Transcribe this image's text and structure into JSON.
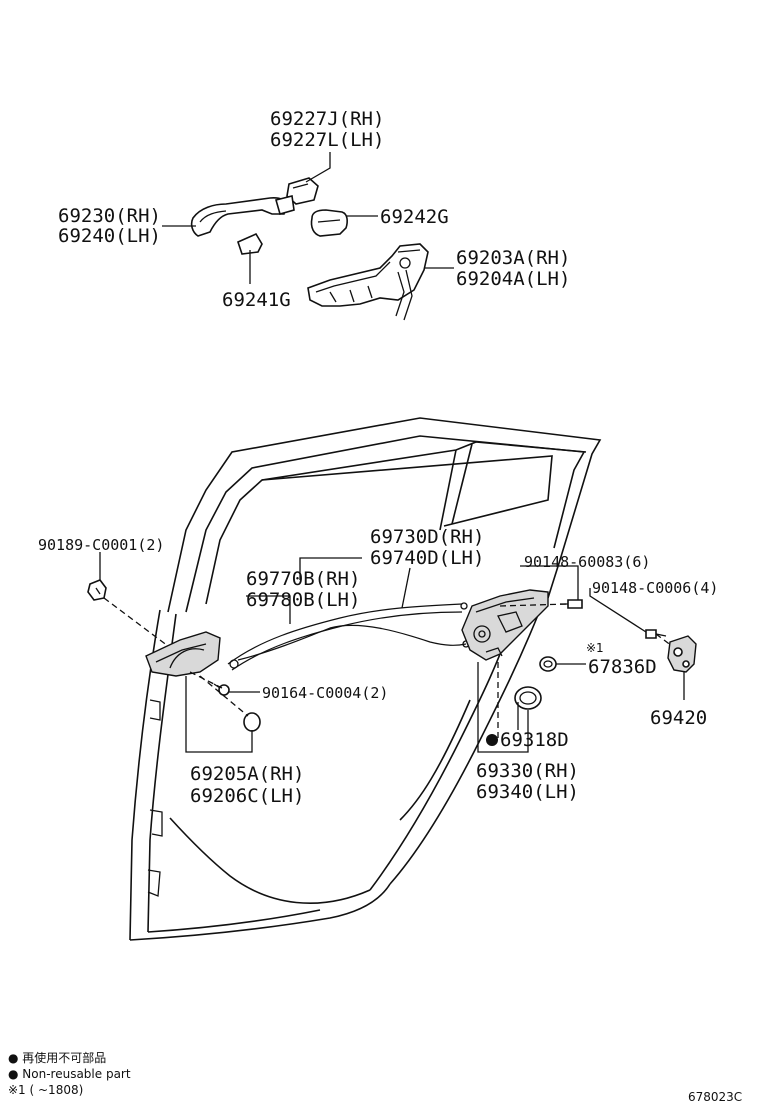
{
  "labels": {
    "p69227": [
      "69227J(RH)",
      "69227L(LH)"
    ],
    "p69230": [
      "69230(RH)",
      "69240(LH)"
    ],
    "p69242": "69242G",
    "p69203": [
      "69203A(RH)",
      "69204A(LH)"
    ],
    "p69241": "69241G",
    "p90189": "90189-C0001(2)",
    "p69730": [
      "69730D(RH)",
      "69740D(LH)"
    ],
    "p69770": [
      "69770B(RH)",
      "69780B(LH)"
    ],
    "p90148a": "90148-60083(6)",
    "p90148b": "90148-C0006(4)",
    "note1_mark": "※1",
    "p67836": "67836D",
    "p90164": "90164-C0004(2)",
    "p69420": "69420",
    "p69318": "69318D",
    "p69205": [
      "69205A(RH)",
      "69206C(LH)"
    ],
    "p69330": [
      "69330(RH)",
      "69340(LH)"
    ]
  },
  "legend": {
    "line1": "● 再使用不可部品",
    "line2": "● Non-reusable part",
    "line3": "※1 (        ~1808)"
  },
  "figure_id": "678023C"
}
